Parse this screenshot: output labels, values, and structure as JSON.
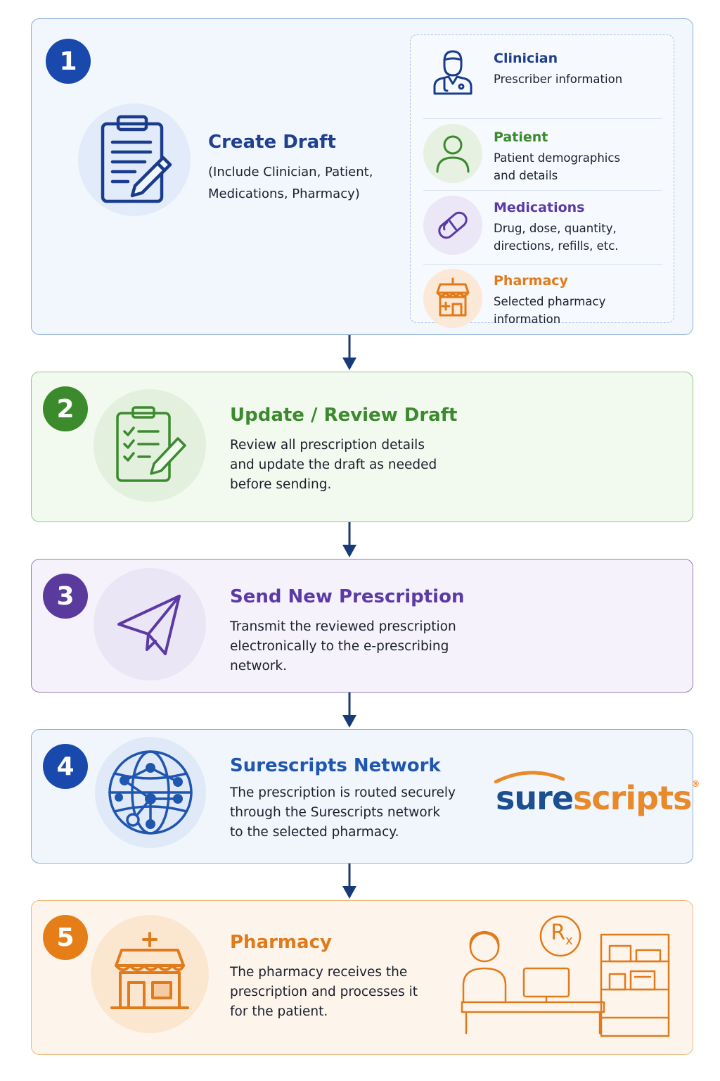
{
  "steps": [
    {
      "number": "1",
      "title": "Create Draft",
      "description": "(Include Clinician, Patient,\nMedications, Pharmacy)",
      "color": "#1f3f8f",
      "badge_color": "#1a49ad",
      "icon": "clipboard-pen-icon",
      "details": [
        {
          "title": "Clinician",
          "description": "Prescriber information",
          "color": "#1f3f8f",
          "icon": "doctor-icon"
        },
        {
          "title": "Patient",
          "description": "Patient demographics\nand details",
          "color": "#3c8a2e",
          "icon": "person-icon"
        },
        {
          "title": "Medications",
          "description": "Drug, dose, quantity,\ndirections, refills, etc.",
          "color": "#5b3aa6",
          "icon": "pill-icon"
        },
        {
          "title": "Pharmacy",
          "description": "Selected pharmacy\ninformation",
          "color": "#e07a1a",
          "icon": "pharmacy-store-icon"
        }
      ]
    },
    {
      "number": "2",
      "title": "Update / Review Draft",
      "description": "Review all prescription details\nand update the draft as needed\nbefore sending.",
      "color": "#3c8a2e",
      "badge_color": "#3b8a2b",
      "icon": "checklist-clipboard-icon"
    },
    {
      "number": "3",
      "title": "Send New Prescription",
      "description": "Transmit the reviewed prescription\nelectronically to the e-prescribing\nnetwork.",
      "color": "#5b3aa6",
      "badge_color": "#5a3a9c",
      "icon": "paper-plane-icon"
    },
    {
      "number": "4",
      "title": "Surescripts Network",
      "description": "The prescription is routed securely\nthrough the Surescripts network\nto the selected pharmacy.",
      "color": "#1f56b0",
      "badge_color": "#1a49ad",
      "icon": "network-globe-icon",
      "logo": {
        "part1": "sure",
        "part2": "scripts",
        "mark": "®",
        "color1": "#1b4f8f",
        "color2": "#e8892a"
      }
    },
    {
      "number": "5",
      "title": "Pharmacy",
      "description": "The pharmacy receives the\nprescription and processes it\nfor the patient.",
      "color": "#e07a1a",
      "badge_color": "#e67e17",
      "icon": "pharmacy-store-icon",
      "illustration": {
        "rx_label": "R",
        "rx_sub": "x",
        "icon": "pharmacist-counter-icon"
      }
    }
  ]
}
